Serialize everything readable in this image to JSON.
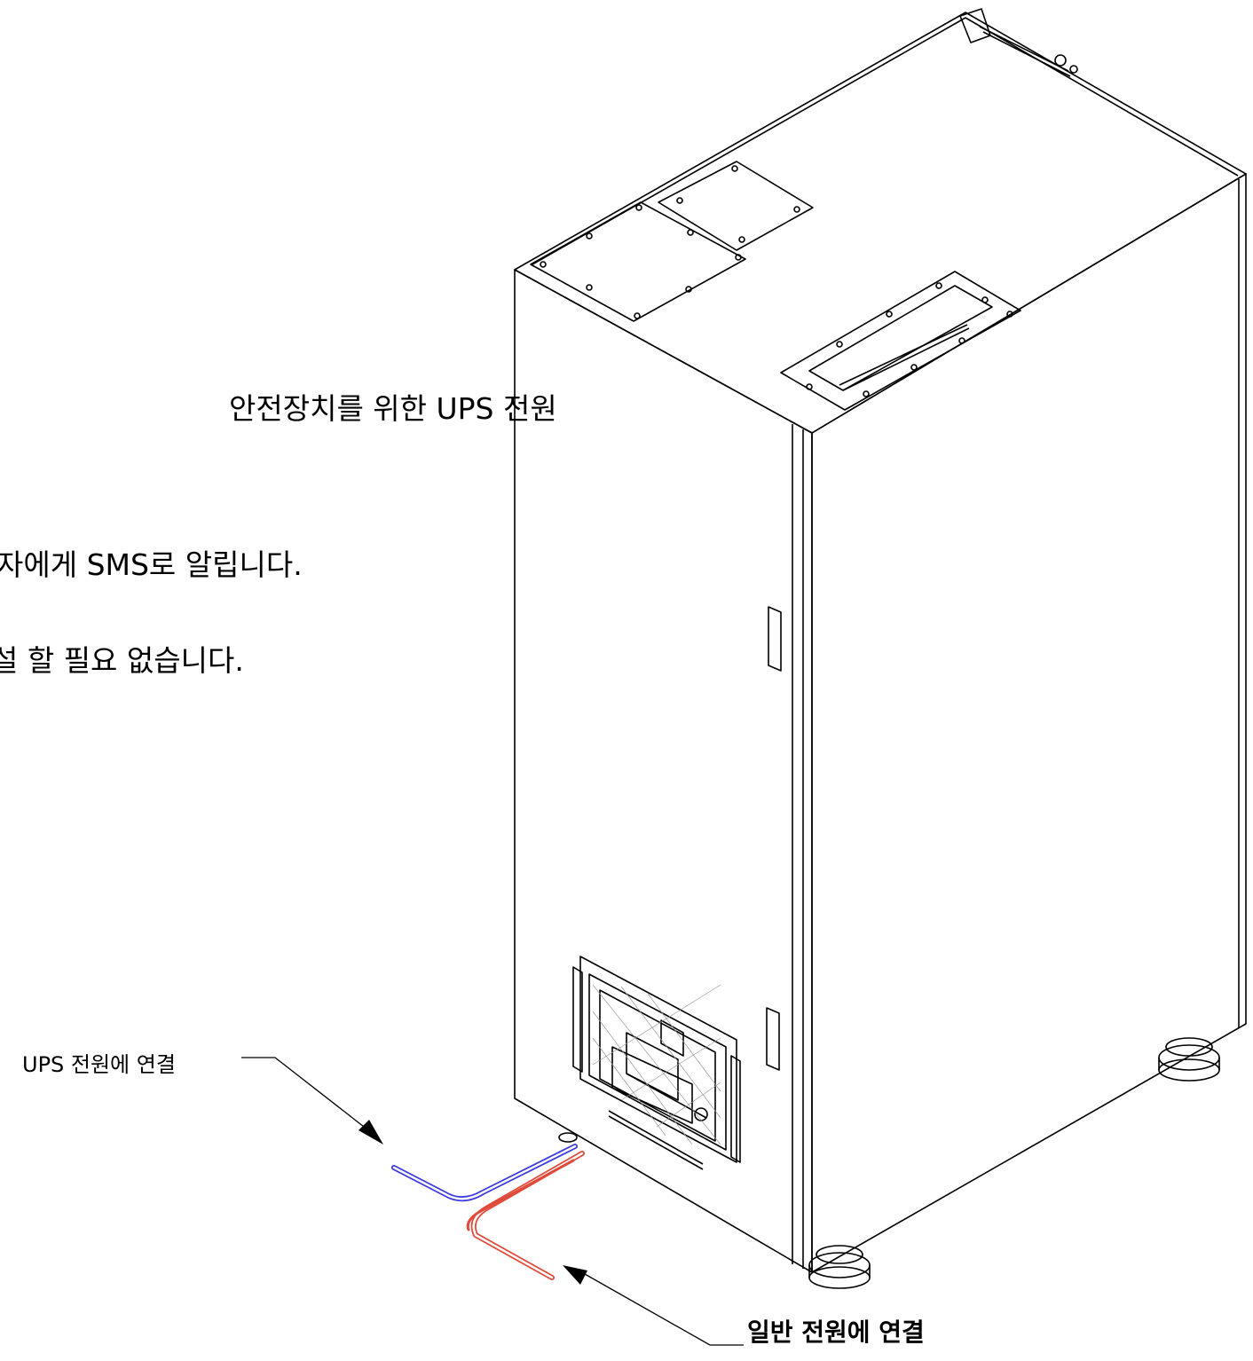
{
  "diagram": {
    "title": "안전장치를 위한 UPS 전원",
    "line1": "자에게 SMS로 알립니다.",
    "line2": "설 할 필요 없습니다.",
    "label_ups": "UPS 전원에 연결",
    "label_normal": "일반 전원에 연결"
  },
  "colors": {
    "ups_cable": "#3a3adf",
    "normal_cable": "#e04a3a",
    "line": "#000000"
  }
}
